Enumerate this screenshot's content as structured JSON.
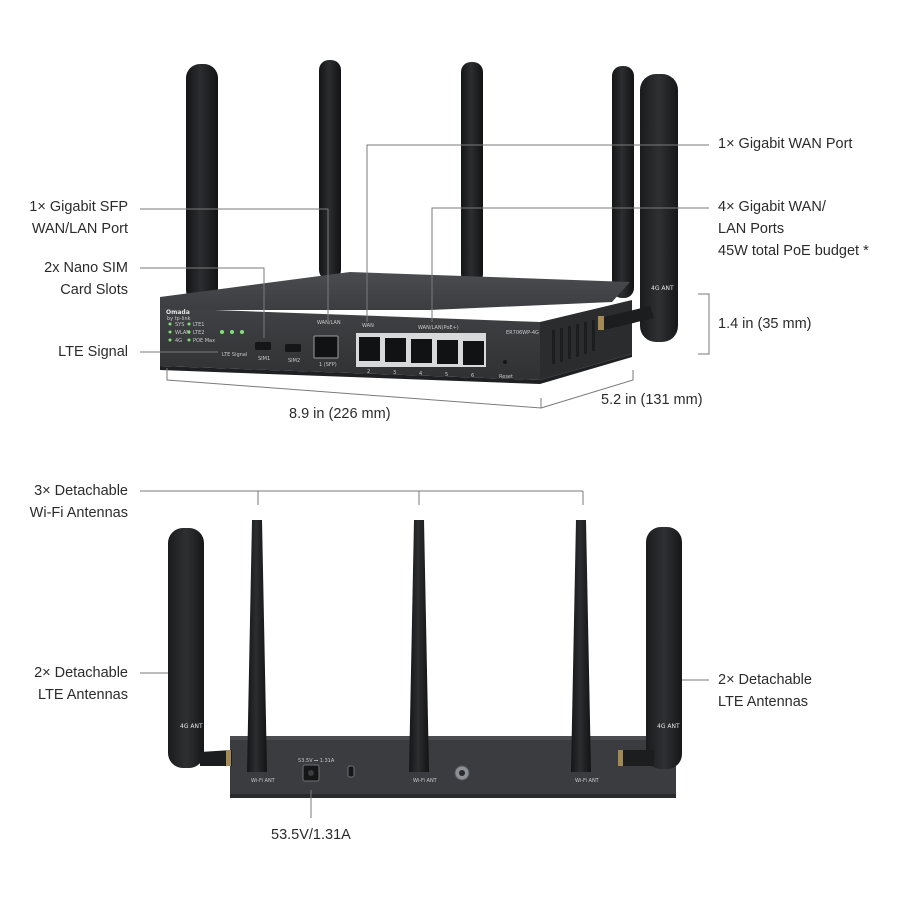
{
  "top_view": {
    "sfp_port": [
      "1× Gigabit SFP",
      "WAN/LAN Port"
    ],
    "sim_slots": [
      "2x Nano SIM",
      "Card Slots"
    ],
    "lte_signal": "LTE Signal",
    "wan_port": "1× Gigabit WAN Port",
    "wan_lan_ports": [
      "4× Gigabit WAN/",
      "LAN Ports",
      "45W total PoE budget *"
    ],
    "height": "1.4 in (35 mm)",
    "width": "8.9 in (226 mm)",
    "depth": "5.2 in (131 mm)",
    "device_text": {
      "brand": "Omada",
      "brand_sub": "by tp-link",
      "model": "ER706WP-4G",
      "leds": [
        "SYS",
        "WLAN",
        "4G",
        "LTE1",
        "LTE2",
        "POE Max"
      ],
      "lte_signal": "LTE Signal",
      "sim1": "SIM1",
      "sim2": "SIM2",
      "sfp_top": "WAN/LAN",
      "sfp_bottom": "1 (SFP)",
      "wan": "WAN",
      "wan_lan": "WAN/LAN(PoE+)",
      "port_numbers": [
        "2",
        "3",
        "4",
        "5",
        "6"
      ],
      "reset": "Reset",
      "ant": "4G ANT"
    }
  },
  "back_view": {
    "wifi_antennas": [
      "3× Detachable",
      "Wi-Fi Antennas"
    ],
    "lte_left": [
      "2× Detachable",
      "LTE Antennas"
    ],
    "lte_right": [
      "2× Detachable",
      "LTE Antennas"
    ],
    "power": "53.5V/1.31A",
    "device_text": {
      "power_rating": "53.5V ⎓ 1.31A",
      "wifi_ant": "Wi-Fi ANT",
      "ant": "4G ANT"
    }
  },
  "colors": {
    "device_body": "#3a3c3f",
    "antenna": "#1d1e20",
    "leader_line": "#7a7a7a",
    "text": "#2b2b2b"
  }
}
